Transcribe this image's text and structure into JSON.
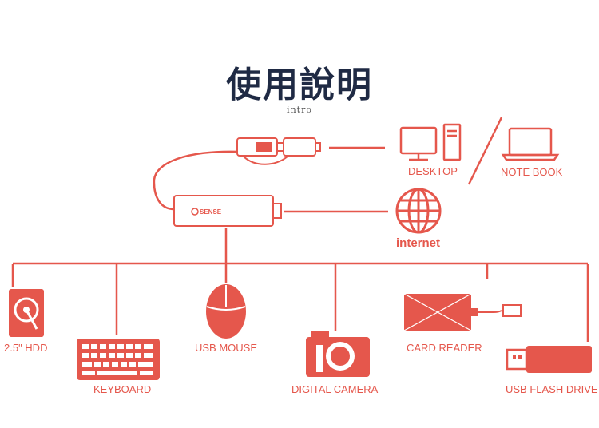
{
  "title": "使用說明",
  "subtitle": "intro",
  "hub": {
    "brand": "SENSE"
  },
  "colors": {
    "accent": "#e5574c",
    "title": "#1f2a44"
  },
  "devices": {
    "desktop": "DESKTOP",
    "notebook": "NOTE BOOK",
    "internet": "internet",
    "hdd": "2.5\" HDD",
    "keyboard": "KEYBOARD",
    "mouse": "USB MOUSE",
    "camera": "DIGITAL CAMERA",
    "card_reader": "CARD READER",
    "flash_drive": "USB FLASH DRIVE"
  },
  "icons": [
    "usb-plug-icon",
    "desktop-icon",
    "notebook-icon",
    "globe-icon",
    "hdd-icon",
    "keyboard-icon",
    "mouse-icon",
    "camera-icon",
    "card-reader-icon",
    "flash-drive-icon"
  ]
}
